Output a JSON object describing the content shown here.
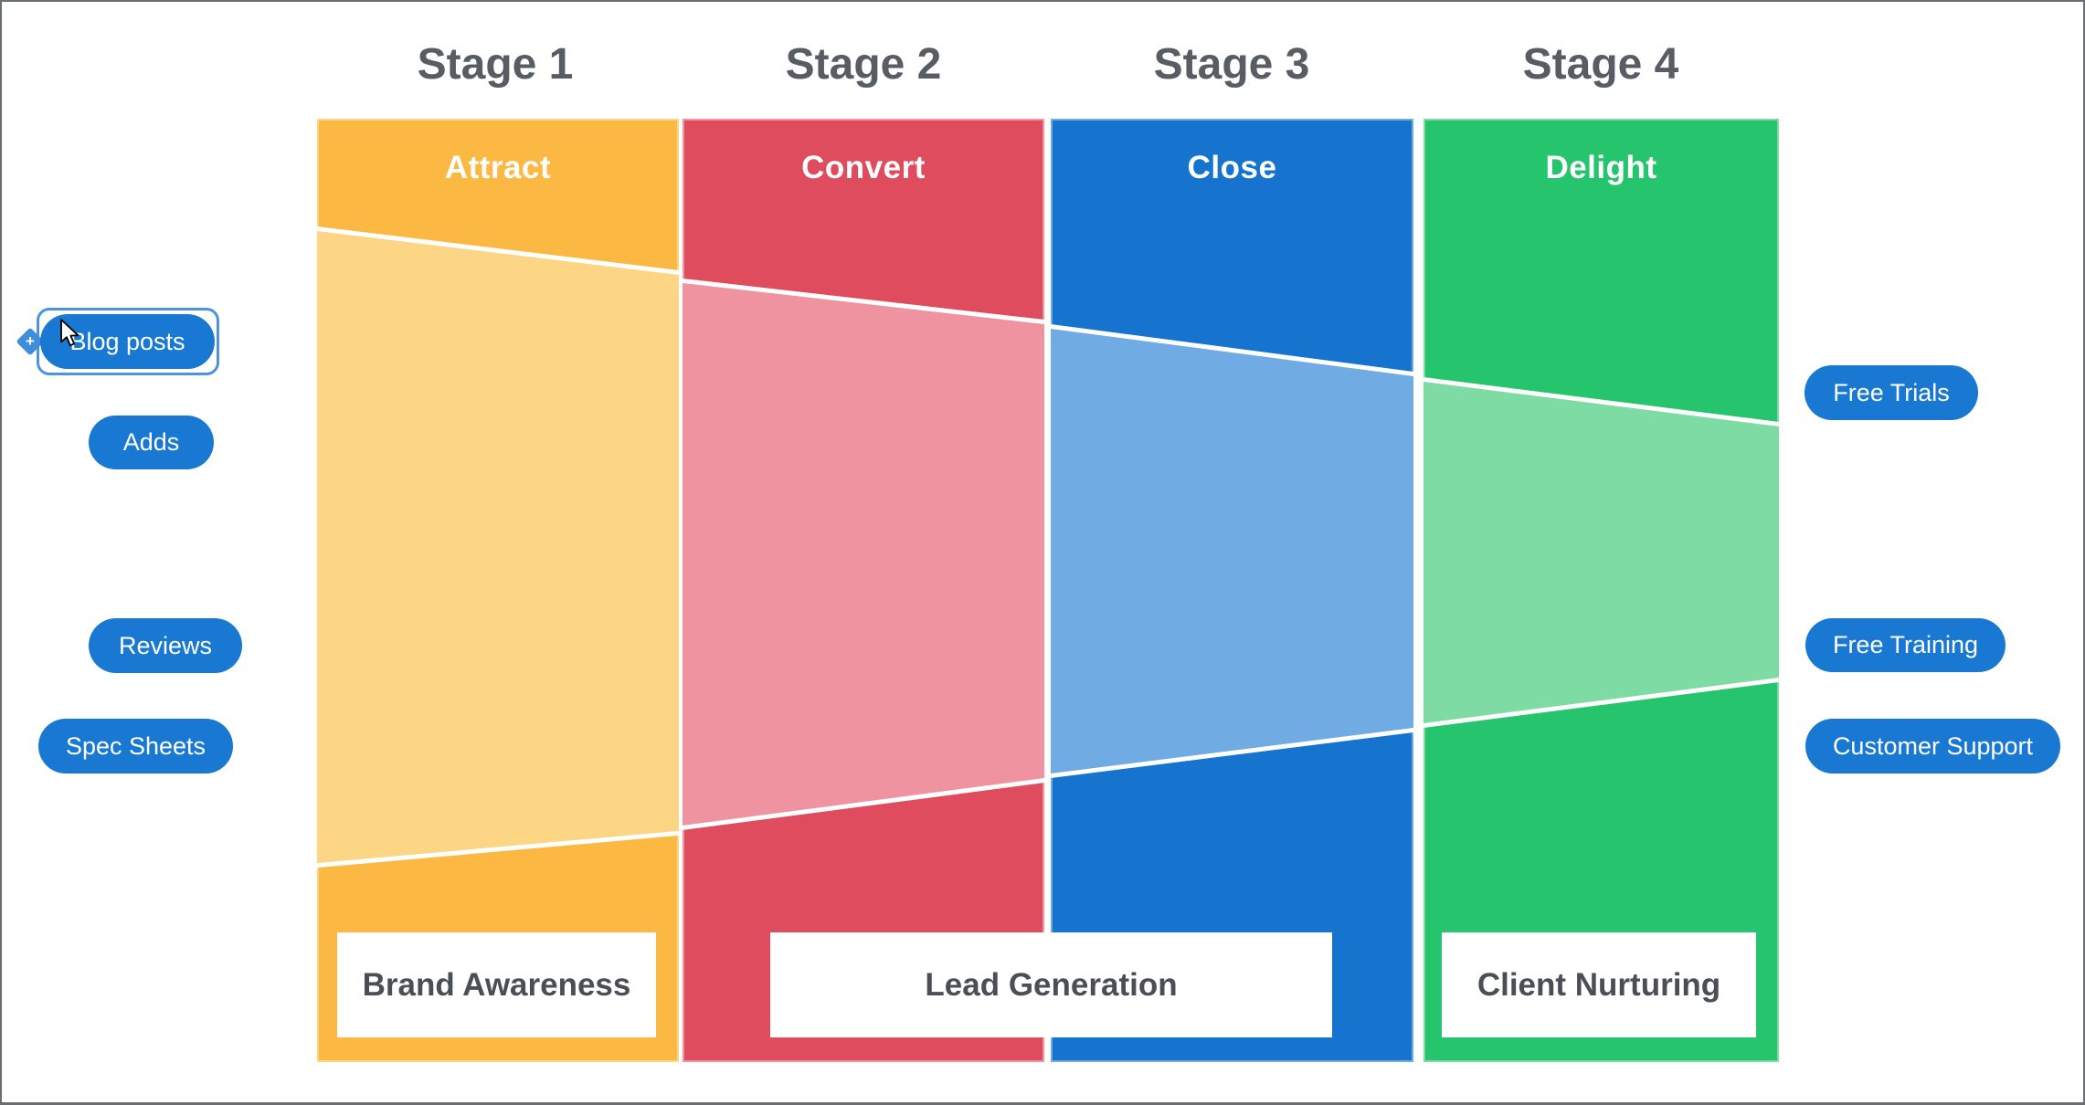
{
  "canvas": {
    "background": "#ffffff",
    "border_color": "#6b6e71"
  },
  "stages": [
    {
      "label": "Stage 1",
      "header": "Attract",
      "color_dark": "#FBB843",
      "color_light": "#FCD685"
    },
    {
      "label": "Stage 2",
      "header": "Convert",
      "color_dark": "#DF4C5E",
      "color_light": "#EE939F"
    },
    {
      "label": "Stage 3",
      "header": "Close",
      "color_dark": "#1774CE",
      "color_light": "#70ABE3"
    },
    {
      "label": "Stage 4",
      "header": "Delight",
      "color_dark": "#26C46D",
      "color_light": "#7DDBA3"
    }
  ],
  "bottom_labels": [
    {
      "label": "Brand Awareness"
    },
    {
      "label": "Lead Generation"
    },
    {
      "label": "Client Nurturing"
    }
  ],
  "left_pills": [
    {
      "label": "Blog posts",
      "selected": true
    },
    {
      "label": "Adds",
      "selected": false
    },
    {
      "label": "Reviews",
      "selected": false
    },
    {
      "label": "Spec Sheets",
      "selected": false
    }
  ],
  "right_pills": [
    {
      "label": "Free Trials"
    },
    {
      "label": "Free Training"
    },
    {
      "label": "Customer Support"
    }
  ],
  "pill": {
    "background": "#1878D2",
    "text_color": "#ffffff"
  },
  "selection": {
    "border_color": "#4B94DB",
    "handle_color": "#3F8EDC",
    "handle_glyph": "+"
  },
  "text_colors": {
    "stage_label": "#585d64",
    "header_text": "#ffffff",
    "bottom_label": "#4a4f55"
  }
}
